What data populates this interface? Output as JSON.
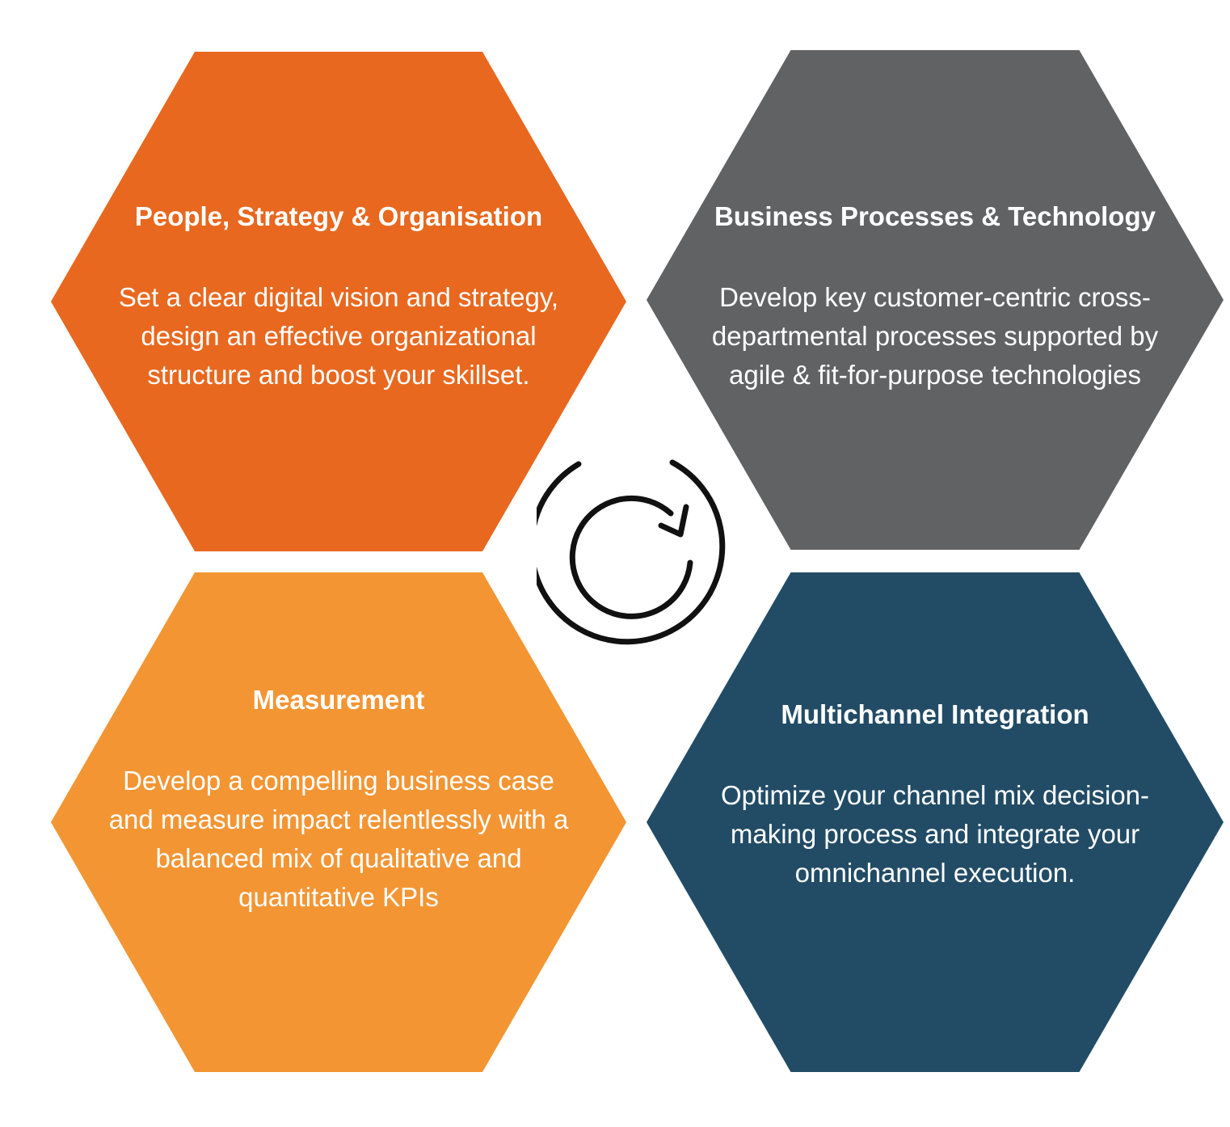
{
  "colors": {
    "people_strategy": "#E8681F",
    "business_processes": "#616264",
    "measurement": "#F39533",
    "multichannel": "#224C66",
    "icon": "#111111",
    "text": "#FFFFFF"
  },
  "center_icon": "cycle-refresh-icon",
  "hexagons": [
    {
      "title": "People, Strategy & Organisation",
      "description": "Set a clear digital vision and strategy, design an effective organizational structure and boost your skillset."
    },
    {
      "title": "Business Processes & Technology",
      "description": "Develop key customer-centric cross-departmental processes supported by agile & fit-for-purpose technologies"
    },
    {
      "title": "Measurement",
      "description": "Develop a compelling business case and measure impact relentlessly with a balanced mix of qualitative and quantitative KPIs"
    },
    {
      "title": "Multichannel Integration",
      "description": "Optimize your channel mix decision-making process and integrate your omnichannel execution."
    }
  ]
}
